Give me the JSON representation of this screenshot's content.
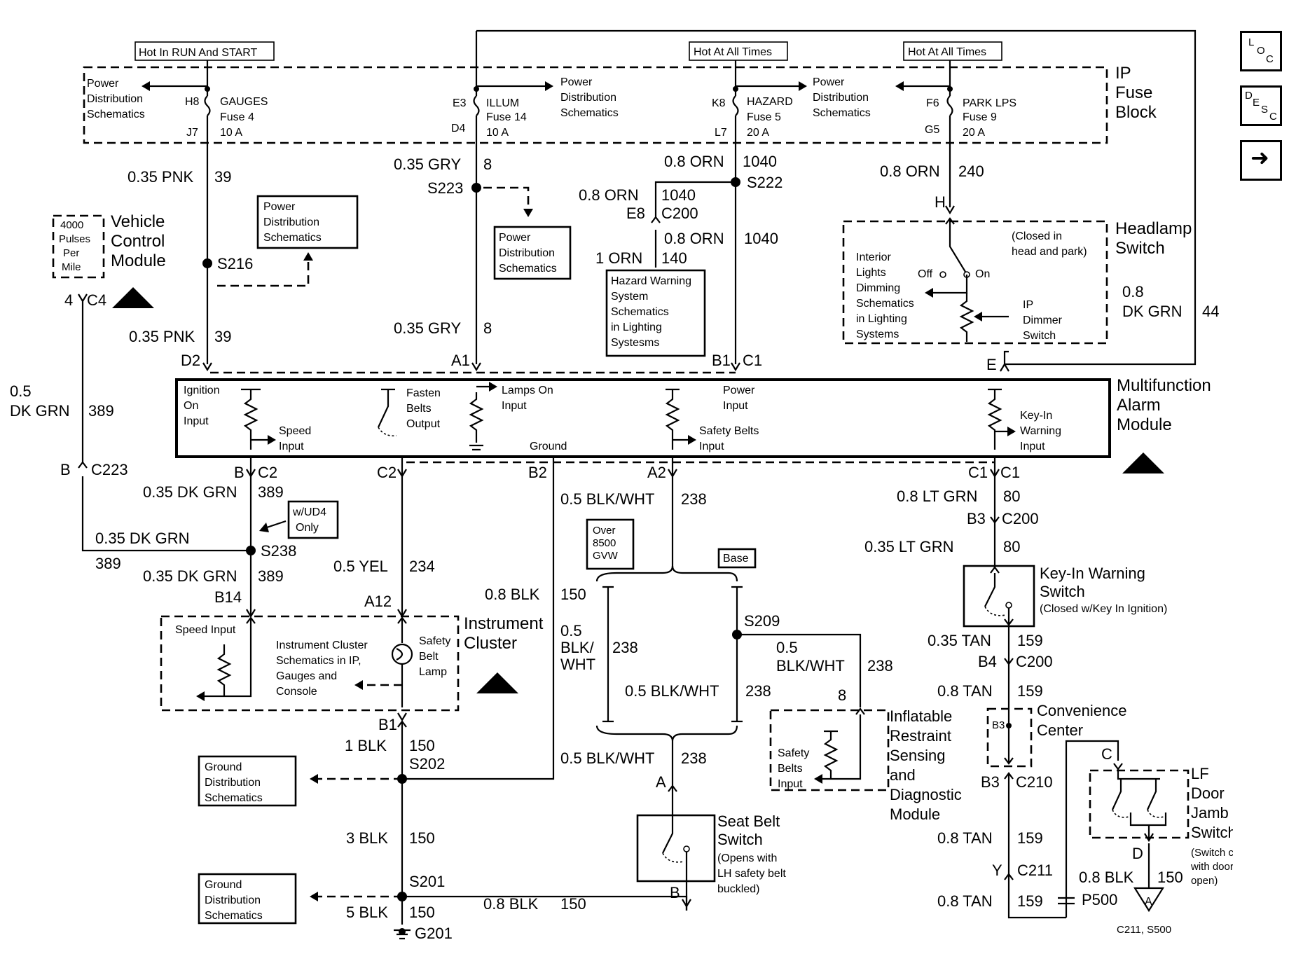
{
  "nav": {
    "loc": [
      "L",
      "O",
      "C"
    ],
    "desc": [
      "D",
      "E",
      "S",
      "C"
    ],
    "next": "➜"
  },
  "header_boxes": {
    "hot_run_start": "Hot In RUN And START",
    "hot_all_1": "Hot At All Times",
    "hot_all_2": "Hot At All Times"
  },
  "fuse_block": {
    "title": [
      "IP",
      "Fuse",
      "Block"
    ],
    "power_dist_left": [
      "Power",
      "Distribution",
      "Schematics"
    ],
    "power_dist_mid": [
      "Power",
      "Distribution",
      "Schematics"
    ],
    "power_dist_right": [
      "Power",
      "Distribution",
      "Schematics"
    ],
    "gauges": {
      "top": "H8",
      "bot": "J7",
      "name": "GAUGES",
      "fuse": "Fuse 4",
      "amp": "10 A"
    },
    "illum": {
      "top": "E3",
      "bot": "D4",
      "name": "ILLUM",
      "fuse": "Fuse 14",
      "amp": "10 A"
    },
    "hazard": {
      "top": "K8",
      "bot": "L7",
      "name": "HAZARD",
      "fuse": "Fuse 5",
      "amp": "20 A"
    },
    "park": {
      "top": "F6",
      "bot": "G5",
      "name": "PARK LPS",
      "fuse": "Fuse 9",
      "amp": "20 A"
    }
  },
  "wires": {
    "pnk_39_a": [
      "0.35 PNK",
      "39"
    ],
    "pnk_39_b": [
      "0.35 PNK",
      "39"
    ],
    "gry_8_a": [
      "0.35 GRY",
      "8"
    ],
    "gry_8_b": [
      "0.35 GRY",
      "8"
    ],
    "orn_1040_a": [
      "0.8 ORN",
      "1040"
    ],
    "orn_1040_b": [
      "0.8 ORN",
      "1040"
    ],
    "orn_1040_c": [
      "0.8 ORN",
      "1040"
    ],
    "orn_140": [
      "1 ORN",
      "140"
    ],
    "orn_240": [
      "0.8 ORN",
      "240"
    ],
    "dkgrn_44": [
      "0.8",
      "DK GRN",
      "44"
    ],
    "dkgrn_389_left": [
      "0.5",
      "DK GRN",
      "389"
    ],
    "dkgrn_389_a": [
      "0.35 DK GRN",
      "389"
    ],
    "dkgrn_389_b": [
      "0.35 DK GRN",
      "389"
    ],
    "dkgrn_389_c": [
      "0.35 DK GRN",
      "389"
    ],
    "yel_234": [
      "0.5 YEL",
      "234"
    ],
    "blk_150_a": [
      "0.8 BLK",
      "150"
    ],
    "blk_150_b": [
      "1 BLK",
      "150"
    ],
    "blk_150_c": [
      "3 BLK",
      "150"
    ],
    "blk_150_d": [
      "5 BLK",
      "150"
    ],
    "blk_150_e": [
      "0.8 BLK",
      "150"
    ],
    "blk_150_f": [
      "0.8 BLK",
      "150"
    ],
    "blkwht_238_a": [
      "0.5 BLK/WHT",
      "238"
    ],
    "blkwht_238_b": [
      "0.5",
      "BLK/",
      "WHT",
      "238"
    ],
    "blkwht_238_c": [
      "0.5 BLK/WHT",
      "238"
    ],
    "blkwht_238_d": [
      "0.5",
      "BLK/WHT",
      "238"
    ],
    "blkwht_238_e": [
      "0.5 BLK/WHT",
      "238"
    ],
    "ltgrn_80_a": [
      "0.8 LT GRN",
      "80"
    ],
    "ltgrn_80_b": [
      "0.35 LT GRN",
      "80"
    ],
    "tan_159_a": [
      "0.35 TAN",
      "159"
    ],
    "tan_159_b": [
      "0.8 TAN",
      "159"
    ],
    "tan_159_c": [
      "0.8 TAN",
      "159"
    ],
    "tan_159_d": [
      "0.8 TAN",
      "159"
    ]
  },
  "splices": {
    "s223": "S223",
    "s222": "S222",
    "s216": "S216",
    "s238": "S238",
    "s209": "S209",
    "s202": "S202",
    "s201": "S201",
    "g201": "G201",
    "p500": "P500"
  },
  "connectors": {
    "e8": "E8",
    "c200_a": "C200",
    "h": "H",
    "c4_pin": "4",
    "c4": "C4",
    "d2": "D2",
    "a1": "A1",
    "b1": "B1",
    "c1": "C1",
    "e": "E",
    "b_c223": "B",
    "c223": "C223",
    "b_c2": "B",
    "c2_a": "C2",
    "c2_b": "C2",
    "b2": "B2",
    "a2": "A2",
    "c1_a": "C1",
    "c1_b": "C1",
    "b3_a": "B3",
    "c200_b": "C200",
    "b14": "B14",
    "a12": "A12",
    "b1_ic": "B1",
    "b4": "B4",
    "c200_c": "C200",
    "b3_cc": "B3",
    "b3_c210": "B3",
    "c210": "C210",
    "y": "Y",
    "c211": "C211",
    "a_seat": "A",
    "b_seat": "B",
    "c_door": "C",
    "d_door": "D",
    "pin8": "8",
    "a_ground": "A",
    "c211_s500": "C211, S500"
  },
  "components": {
    "vcm": [
      "Vehicle",
      "Control",
      "Module"
    ],
    "vcm_note": [
      "4000",
      "Pulses",
      "Per",
      "Mile"
    ],
    "pd_box_1": [
      "Power",
      "Distribution",
      "Schematics"
    ],
    "pd_box_2": [
      "Power",
      "Distribution",
      "Schematics"
    ],
    "hazard_box": [
      "Hazard Warning",
      "System",
      "Schematics",
      "in Lighting",
      "Systesms"
    ],
    "headlamp": [
      "Headlamp",
      "Switch"
    ],
    "headlamp_note": [
      "(Closed in",
      "head and park)"
    ],
    "interior_lights": [
      "Interior",
      "Lights",
      "Dimming",
      "Schematics",
      "in Lighting",
      "Systems"
    ],
    "off": "Off",
    "on": "On",
    "ip_dimmer": [
      "IP",
      "Dimmer",
      "Switch"
    ],
    "mam": [
      "Multifunction",
      "Alarm",
      "Module"
    ],
    "mam_ignition": [
      "Ignition",
      "On",
      "Input"
    ],
    "mam_speed": [
      "Speed",
      "Input"
    ],
    "mam_fasten": [
      "Fasten",
      "Belts",
      "Output"
    ],
    "mam_lamps": [
      "Lamps On",
      "Input"
    ],
    "mam_ground": "Ground",
    "mam_power": [
      "Power",
      "Input"
    ],
    "mam_safety": [
      "Safety Belts",
      "Input"
    ],
    "mam_keyin": [
      "Key-In",
      "Warning",
      "Input"
    ],
    "ud4": [
      "w/UD4",
      "Only"
    ],
    "over_8500": [
      "Over",
      "8500",
      "GVW"
    ],
    "base": "Base",
    "instrument_cluster": [
      "Instrument",
      "Cluster"
    ],
    "ic_speed": "Speed Input",
    "ic_schem": [
      "Instrument Cluster",
      "Schematics in IP,",
      "Gauges and",
      "Console"
    ],
    "ic_lamp": [
      "Safety",
      "Belt",
      "Lamp"
    ],
    "keyin_switch": [
      "Key-In Warning",
      "Switch"
    ],
    "keyin_note": "(Closed w/Key In Ignition)",
    "convenience": [
      "Convenience",
      "Center"
    ],
    "irsdm": [
      "Inflatable",
      "Restraint",
      "Sensing",
      "and",
      "Diagnostic",
      "Module"
    ],
    "irsdm_input": [
      "Safety",
      "Belts",
      "Input"
    ],
    "seat_belt": [
      "Seat Belt",
      "Switch"
    ],
    "seat_belt_note": [
      "(Opens with",
      "LH safety belt",
      "buckled)"
    ],
    "door_jamb": [
      "LF",
      "Door",
      "Jamb",
      "Switch"
    ],
    "door_note": [
      "(Switch closes",
      "with door",
      "open)"
    ],
    "ground_dist_1": [
      "Ground",
      "Distribution",
      "Schematics"
    ],
    "ground_dist_2": [
      "Ground",
      "Distribution",
      "Schematics"
    ]
  }
}
